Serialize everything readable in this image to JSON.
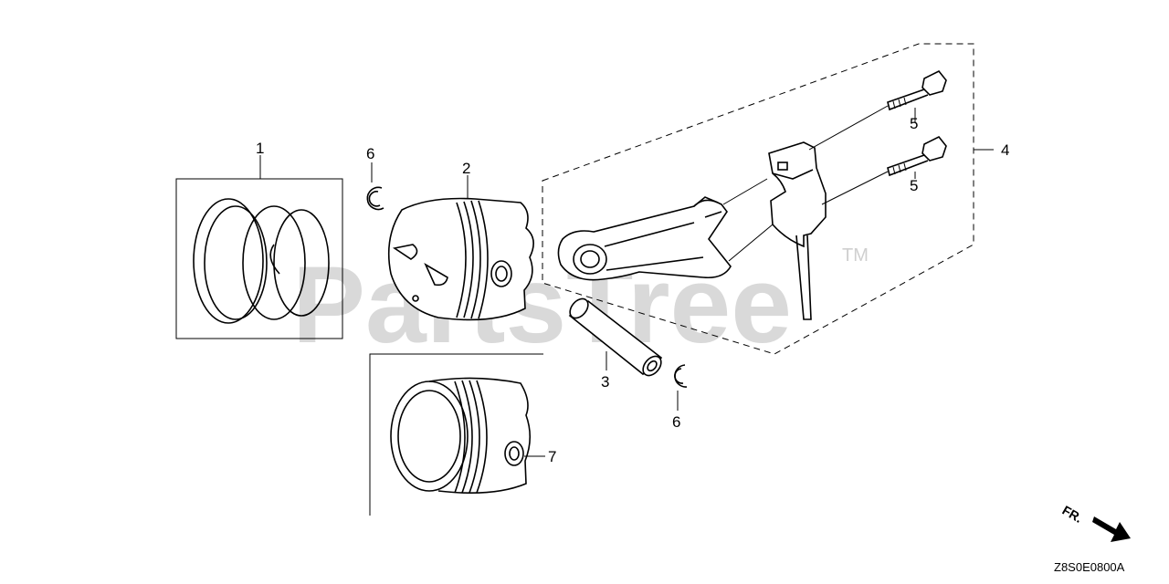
{
  "diagram": {
    "watermark": "PartsTree",
    "trademark": "TM",
    "diagram_code": "Z8S0E0800A",
    "front_indicator": "FR.",
    "callouts": {
      "c1": "1",
      "c2": "2",
      "c3": "3",
      "c4": "4",
      "c5a": "5",
      "c5b": "5",
      "c6a": "6",
      "c6b": "6",
      "c7": "7"
    }
  }
}
